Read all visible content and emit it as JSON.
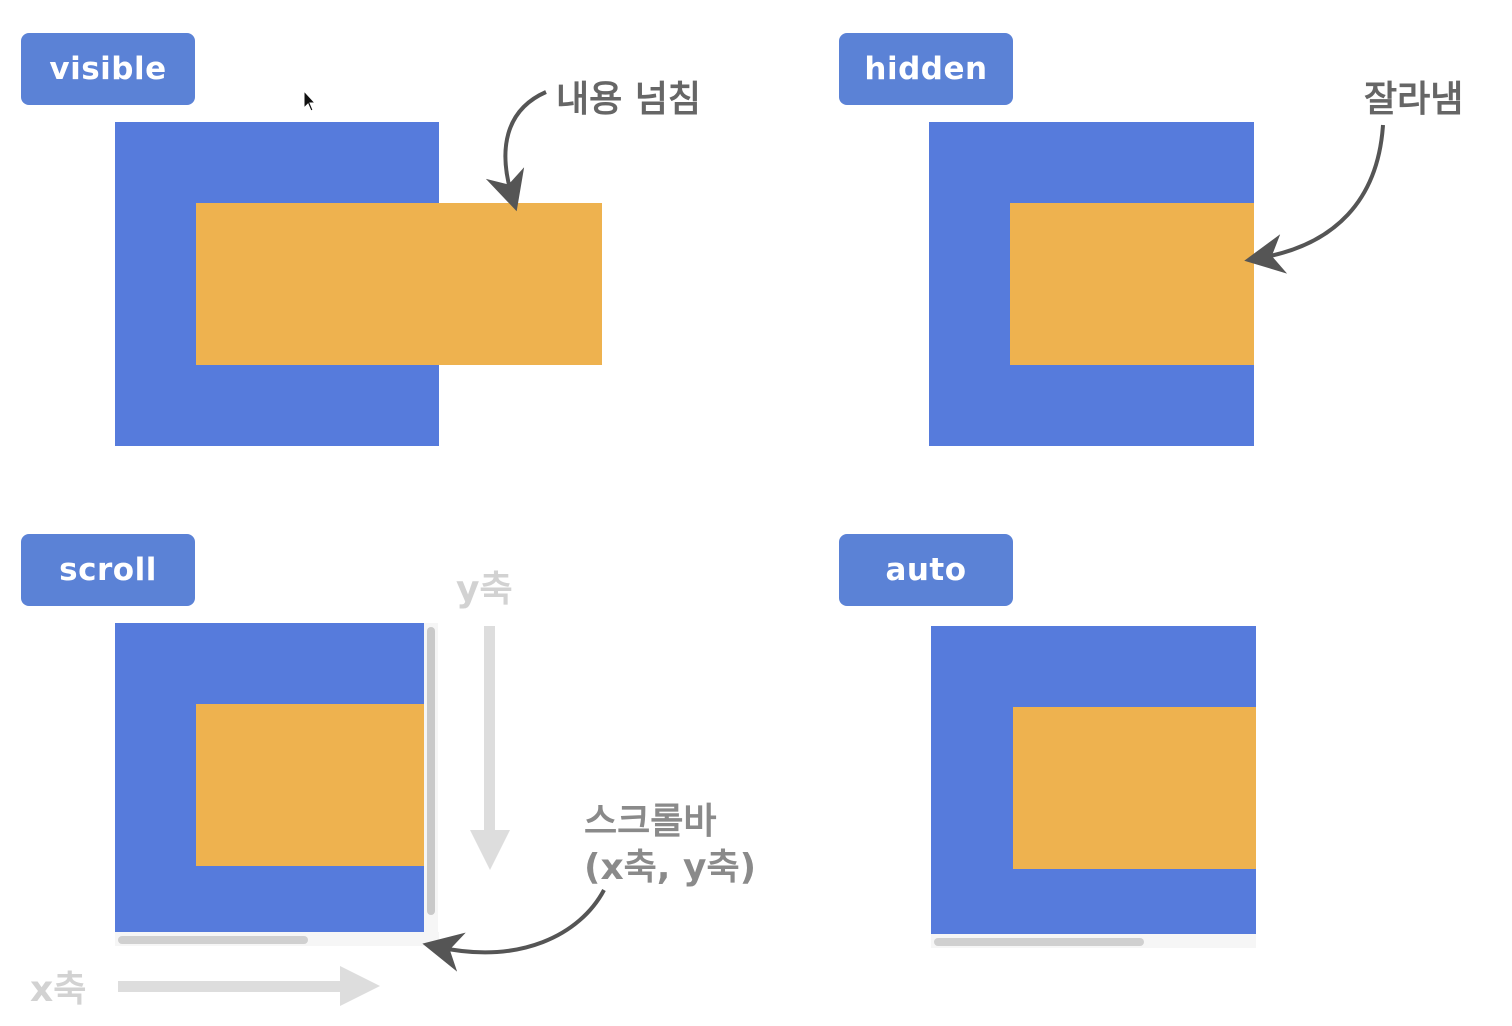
{
  "panels": {
    "visible": {
      "label": "visible",
      "note": "내용 넘침"
    },
    "hidden": {
      "label": "hidden",
      "note": "잘라냄"
    },
    "scroll": {
      "label": "scroll",
      "note_line1": "스크롤바",
      "note_line2": "(x축, y축)",
      "y_axis": "y축",
      "x_axis": "x축"
    },
    "auto": {
      "label": "auto"
    }
  },
  "colors": {
    "label_bg": "#5b82d6",
    "container": "#567bdc",
    "content": "#eeb24f",
    "annotation": "#666666",
    "axis_hint": "#d2d2d2"
  },
  "icons": [
    "cursor-icon",
    "curved-arrow-icon",
    "down-arrow-icon",
    "right-arrow-icon"
  ]
}
